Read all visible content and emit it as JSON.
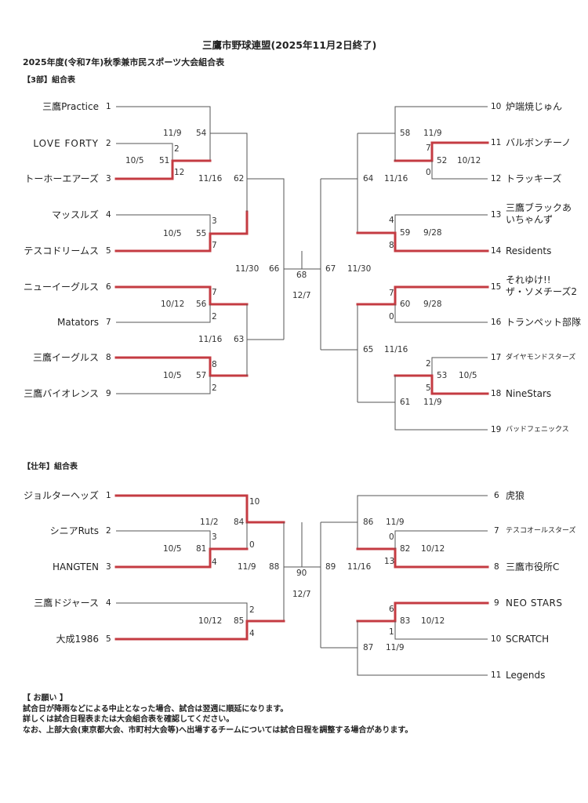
{
  "header": {
    "title": "三鷹市野球連盟(2025年11月2日終了)",
    "subtitle": "2025年度(令和7年)秋季兼市民スポーツ大会組合表",
    "section1": "【3部】組合表",
    "section2": "【壮年】組合表"
  },
  "colors": {
    "winner_line": "#c43b42",
    "line": "#555555"
  },
  "bracket_3bu": {
    "teams": [
      {
        "no": "1",
        "name": "三鷹Practice"
      },
      {
        "no": "2",
        "name": "LOVE FORTY"
      },
      {
        "no": "3",
        "name": "トーホーエアーズ"
      },
      {
        "no": "4",
        "name": "マッスルズ"
      },
      {
        "no": "5",
        "name": "テスコドリームス"
      },
      {
        "no": "6",
        "name": "ニューイーグルス"
      },
      {
        "no": "7",
        "name": "Matators"
      },
      {
        "no": "8",
        "name": "三鷹イーグルス"
      },
      {
        "no": "9",
        "name": "三鷹バイオレンス"
      },
      {
        "no": "10",
        "name": "炉端焼じゅん"
      },
      {
        "no": "11",
        "name": "バルボンチーノ"
      },
      {
        "no": "12",
        "name": "トラッキーズ"
      },
      {
        "no": "13",
        "name": "三鷹ブラックあいちゃんず"
      },
      {
        "no": "14",
        "name": "Residents"
      },
      {
        "no": "15",
        "name": "それゆけ!! ザ・ソメチーズ2"
      },
      {
        "no": "16",
        "name": "トランペット部隊"
      },
      {
        "no": "17",
        "name": "ダイヤモンドスターズ"
      },
      {
        "no": "18",
        "name": "NineStars"
      },
      {
        "no": "19",
        "name": "バッドフェニックス"
      }
    ],
    "team13_line1": "三鷹ブラックあ",
    "team13_line2": "いちゃんず",
    "team15_line1": "それゆけ!!",
    "team15_line2": "ザ・ソメチーズ2",
    "matches": {
      "m51": {
        "no": "51",
        "date": "10/5",
        "score_a": "2",
        "score_b": "12"
      },
      "m54": {
        "no": "54",
        "date": "11/9"
      },
      "m55": {
        "no": "55",
        "date": "10/5",
        "score_a": "3",
        "score_b": "7"
      },
      "m62": {
        "no": "62",
        "date": "11/16"
      },
      "m56": {
        "no": "56",
        "date": "10/12",
        "score_a": "7",
        "score_b": "2"
      },
      "m57": {
        "no": "57",
        "date": "10/5",
        "score_a": "8",
        "score_b": "2"
      },
      "m63": {
        "no": "63",
        "date": "11/16"
      },
      "m66": {
        "no": "66",
        "date": "11/30"
      },
      "m68": {
        "no": "68",
        "date": "12/7"
      },
      "m67": {
        "no": "67",
        "date": "11/30"
      },
      "m58": {
        "no": "58",
        "date": "11/9"
      },
      "m52": {
        "no": "52",
        "date": "10/12",
        "score_a": "7",
        "score_b": "0"
      },
      "m64": {
        "no": "64",
        "date": "11/16"
      },
      "m59": {
        "no": "59",
        "date": "9/28",
        "score_a": "4",
        "score_b": "8"
      },
      "m60": {
        "no": "60",
        "date": "9/28",
        "score_a": "7",
        "score_b": "0"
      },
      "m65": {
        "no": "65",
        "date": "11/16"
      },
      "m53": {
        "no": "53",
        "date": "10/5",
        "score_a": "2",
        "score_b": "5"
      },
      "m61": {
        "no": "61",
        "date": "11/9"
      }
    }
  },
  "bracket_sonen": {
    "teams": [
      {
        "no": "1",
        "name": "ジョルターヘッズ"
      },
      {
        "no": "2",
        "name": "シニアRuts"
      },
      {
        "no": "3",
        "name": "HANGTEN"
      },
      {
        "no": "4",
        "name": "三鷹ドジャース"
      },
      {
        "no": "5",
        "name": "大成1986"
      },
      {
        "no": "6",
        "name": "虎狼"
      },
      {
        "no": "7",
        "name": "テスコオールスターズ"
      },
      {
        "no": "8",
        "name": "三鷹市役所C"
      },
      {
        "no": "9",
        "name": "NEO STARS"
      },
      {
        "no": "10",
        "name": "SCRATCH"
      },
      {
        "no": "11",
        "name": "Legends"
      }
    ],
    "matches": {
      "m84": {
        "no": "84",
        "date": "11/2",
        "score_a": "10",
        "score_b": "0"
      },
      "m81": {
        "no": "81",
        "date": "10/5",
        "score_a": "3",
        "score_b": "4"
      },
      "m88": {
        "no": "88",
        "date": "11/9"
      },
      "m85": {
        "no": "85",
        "date": "10/12",
        "score_a": "2",
        "score_b": "4"
      },
      "m90": {
        "no": "90",
        "date": "12/7"
      },
      "m89": {
        "no": "89",
        "date": "11/16"
      },
      "m86": {
        "no": "86",
        "date": "11/9"
      },
      "m82": {
        "no": "82",
        "date": "10/12",
        "score_a": "0",
        "score_b": "13"
      },
      "m83": {
        "no": "83",
        "date": "10/12",
        "score_a": "6",
        "score_b": "1"
      },
      "m87": {
        "no": "87",
        "date": "11/9"
      }
    }
  },
  "notice": {
    "heading": "【 お願い 】",
    "lines": [
      "試合日が降雨などによる中止となった場合、試合は翌週に順延になります。",
      "詳しくは試合日程表または大会組合表を確認してください。",
      "なお、上部大会(東京都大会、市町村大会等)へ出場するチームについては試合日程を調整する場合があります。"
    ]
  }
}
